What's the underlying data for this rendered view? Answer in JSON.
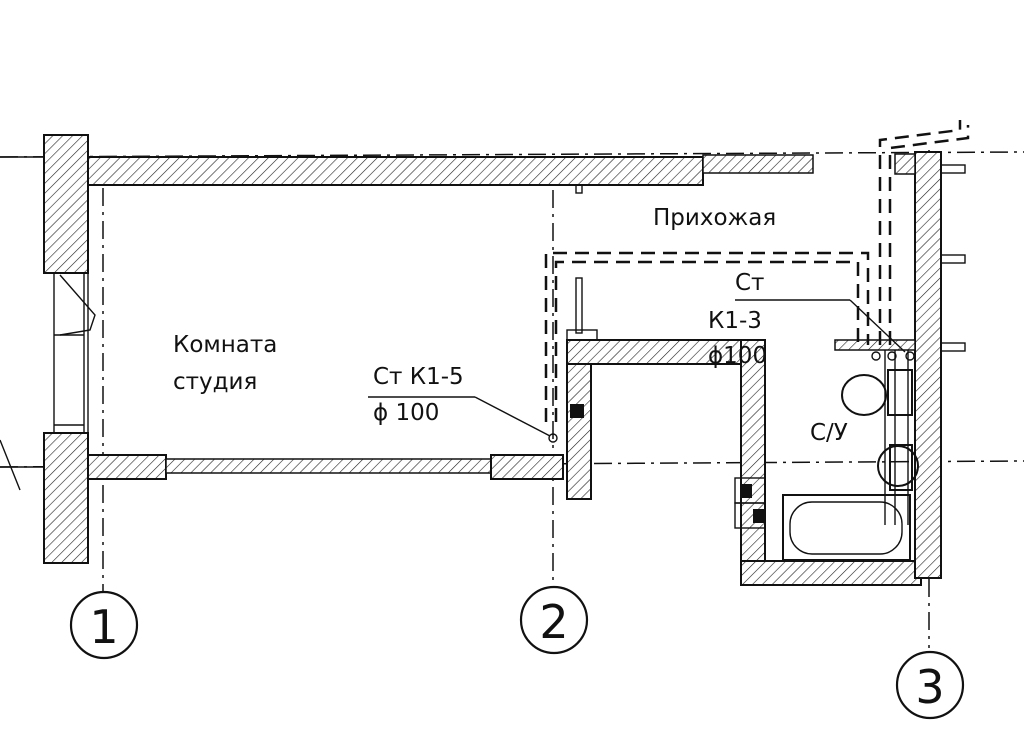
{
  "rooms": {
    "studio_line1": "Комната",
    "studio_line2": "студия",
    "hallway": "Прихожая",
    "bathroom": "С/У"
  },
  "risers": {
    "riser_k1_5": {
      "line1": "Ст К1-5",
      "line2": "ϕ 100"
    },
    "riser_k1_3": {
      "line1": "Ст",
      "line2": "К1-3",
      "line3": "ϕ100"
    }
  },
  "axes": [
    "1",
    "2",
    "3"
  ]
}
